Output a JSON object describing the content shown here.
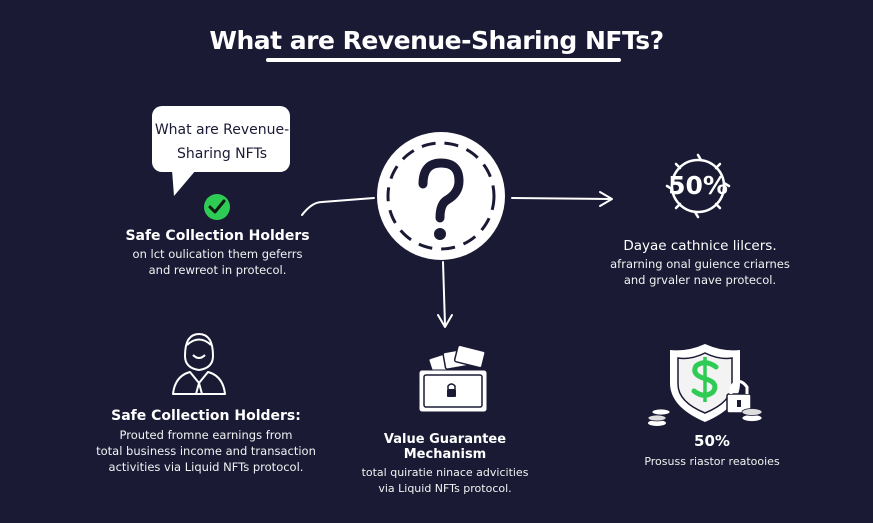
{
  "title": "What are Revenue-Sharing NFTs?",
  "bubble": {
    "line1": "What are Revenue-",
    "line2": "Sharing NFTs"
  },
  "top_left": {
    "heading": "Safe Collection Holders",
    "line1": "on lct oulication them geferrs",
    "line2": "and rewreot in protecol."
  },
  "top_right": {
    "badge": "50%",
    "heading": "Dayae cathnice lilcers.",
    "line1": "afrarning onal guience criarnes",
    "line2": "and grvaler nave protecol."
  },
  "bottom_left": {
    "heading": "Safe Collection Holders:",
    "line1": "Prouted fromne earnings from",
    "line2": "total business income and transaction",
    "line3": "activities via Liquid NFTs protocol."
  },
  "bottom_center": {
    "heading": "Value Guarantee Mechanism",
    "line1": "total quiratie ninace advicities",
    "line2": "via Liquid NFTs protocol."
  },
  "bottom_right": {
    "value": "50%",
    "line1": "Prosuss riastor reatooies"
  },
  "icons": {
    "center": "question-mark-icon",
    "check": "check-circle-icon",
    "person": "businessman-icon",
    "safe": "money-safe-icon",
    "shield": "dollar-shield-icon"
  },
  "colors": {
    "background": "#1a1a35",
    "check": "#2ecc55",
    "dollar": "#2ecc55"
  }
}
